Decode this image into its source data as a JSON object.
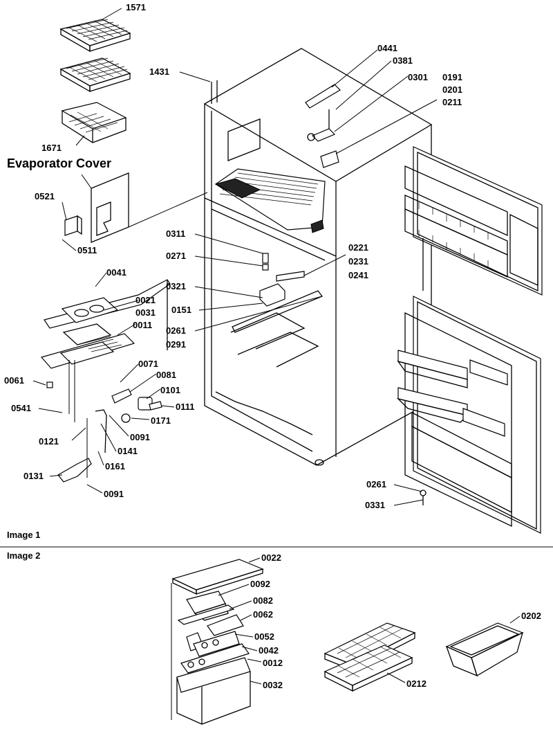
{
  "captions": {
    "image1": "Image 1",
    "image2": "Image 2",
    "evaporator_cover": "Evaporator Cover"
  },
  "labels": {
    "p1571": "1571",
    "p1671": "1671",
    "p1431": "1431",
    "p0441": "0441",
    "p0381": "0381",
    "p0301": "0301",
    "p0191": "0191",
    "p0201": "0201",
    "p0211": "0211",
    "p0521": "0521",
    "p0511": "0511",
    "p0311": "0311",
    "p0271": "0271",
    "p0221": "0221",
    "p0231": "0231",
    "p0241": "0241",
    "p0321": "0321",
    "p0151": "0151",
    "p0261a": "0261",
    "p0291": "0291",
    "p0041": "0041",
    "p0021": "0021",
    "p0031": "0031",
    "p0011": "0011",
    "p0061": "0061",
    "p0541": "0541",
    "p0071": "0071",
    "p0081": "0081",
    "p0101": "0101",
    "p0111": "0111",
    "p0171": "0171",
    "p0091a": "0091",
    "p0121": "0121",
    "p0141": "0141",
    "p0161": "0161",
    "p0131": "0131",
    "p0091b": "0091",
    "p0261b": "0261",
    "p0331": "0331",
    "p0022": "0022",
    "p0092": "0092",
    "p0082": "0082",
    "p0062": "0062",
    "p0052": "0052",
    "p0042": "0042",
    "p0012": "0012",
    "p0032": "0032",
    "p0212": "0212",
    "p0202": "0202"
  }
}
